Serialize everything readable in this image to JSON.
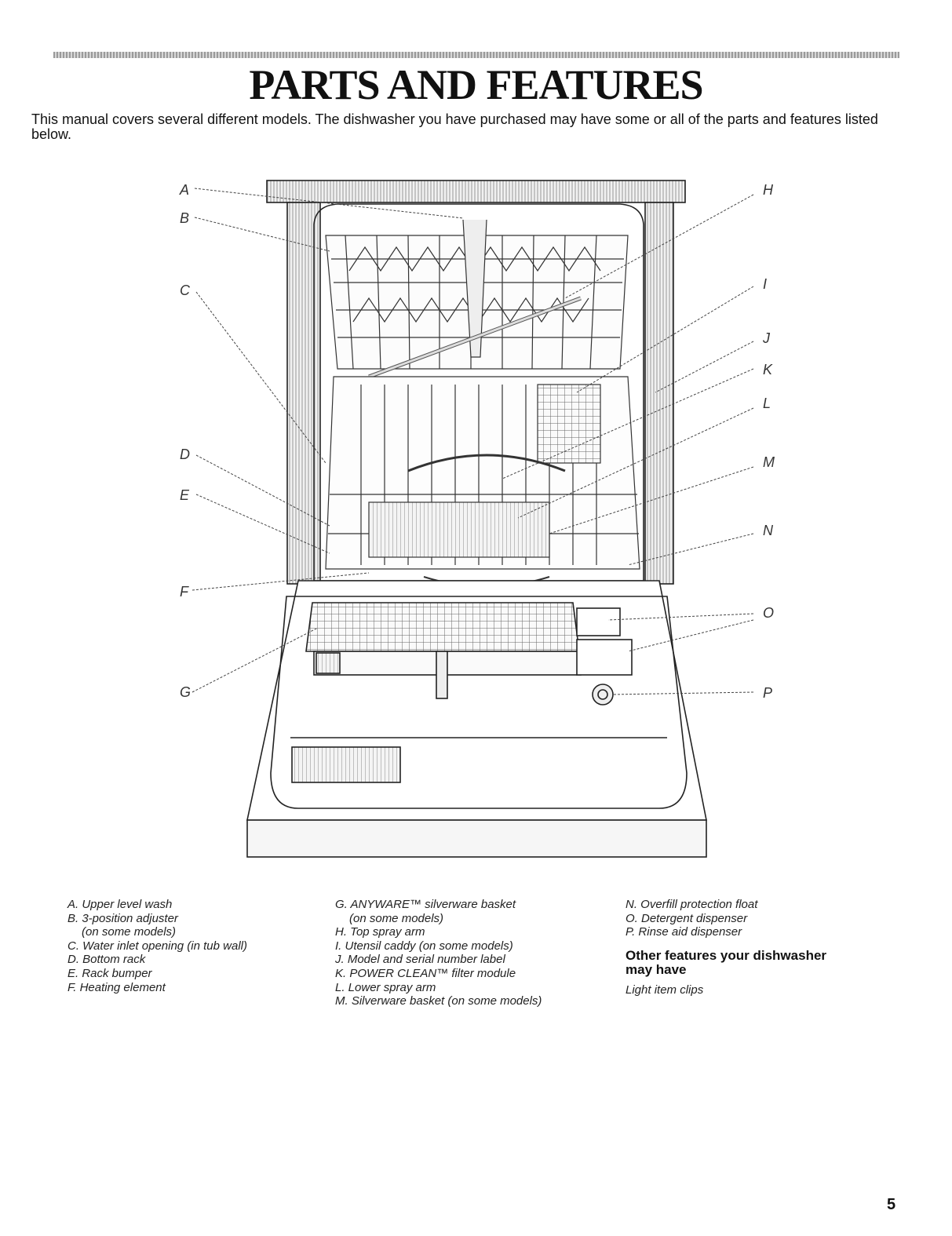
{
  "header": {
    "title": "PARTS AND FEATURES",
    "intro": "This manual covers several different models. The dishwasher you have purchased may have some or all of the parts and features listed below."
  },
  "diagram": {
    "callouts_left": [
      "A",
      "B",
      "C",
      "D",
      "E",
      "F",
      "G"
    ],
    "callouts_right": [
      "H",
      "I",
      "J",
      "K",
      "L",
      "M",
      "N",
      "O",
      "P"
    ]
  },
  "legend": {
    "column1": [
      "A. Upper level wash",
      "B. 3-position adjuster",
      "(on some models)",
      "C. Water inlet opening (in tub wall)",
      "D. Bottom rack",
      "E. Rack bumper",
      "F. Heating element"
    ],
    "column2": [
      "G. ANYWARE™ silverware basket",
      "(on some models)",
      "H. Top spray arm",
      "I. Utensil caddy (on some models)",
      "J. Model and serial number label",
      "K. POWER CLEAN™ filter module",
      "L. Lower spray arm",
      "M. Silverware basket (on some models)"
    ],
    "column3": [
      "N. Overfill protection float",
      "O. Detergent dispenser",
      "P. Rinse aid dispenser"
    ],
    "other_features_heading": "Other features your dishwasher may have",
    "other_features_item": "Light item clips"
  },
  "page_number": "5"
}
